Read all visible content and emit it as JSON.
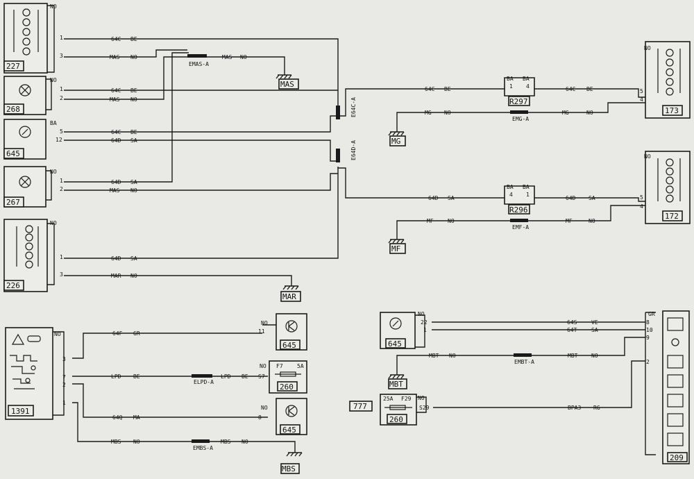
{
  "components": {
    "c227": "227",
    "c268": "268",
    "c645a": "645",
    "c267": "267",
    "c226": "226",
    "c173": "173",
    "c172": "172",
    "c1391": "1391",
    "c645b": "645",
    "c260a": "260",
    "c645c": "645",
    "c645d": "645",
    "c260b": "260",
    "c209": "209",
    "r297": "R297",
    "r296": "R296",
    "ref777": "777"
  },
  "grounds": {
    "mas": "MAS",
    "mar": "MAR",
    "mg": "MG",
    "mf": "MF",
    "mbt": "MBT",
    "mbs": "MBS"
  },
  "connectors": {
    "emas": "EMAS-A",
    "e64c": "E64C-A",
    "e64d": "E64D-A",
    "emg": "EMG-A",
    "emf": "EMF-A",
    "elpd": "ELPD-A",
    "embs": "EMBS-A",
    "embt": "EMBT-A"
  },
  "pins": {
    "p227_no": "NO",
    "p227_1": "1",
    "p227_3": "3",
    "p268_no": "NO",
    "p268_1": "1",
    "p268_2": "2",
    "p645a_ba": "BA",
    "p645a_5": "5",
    "p645a_12": "12",
    "p267_no": "NO",
    "p267_1": "1",
    "p267_2": "2",
    "p226_no": "NO",
    "p226_1": "1",
    "p226_3": "3",
    "p173_no": "NO",
    "p173_5": "5",
    "p173_4": "4",
    "p172_no": "NO",
    "p172_5": "5",
    "p172_4": "4",
    "r297_ba1": "BA",
    "r297_ba2": "BA",
    "r297_1": "1",
    "r297_4": "4",
    "r296_ba1": "BA",
    "r296_ba2": "BA",
    "r296_4": "4",
    "r296_1": "1",
    "p1391_no": "NO",
    "p1391_3": "3",
    "p1391_7": "7",
    "p1391_2": "2",
    "p1391_1": "1",
    "p645b_no": "NO",
    "p645b_11": "11",
    "p260a_no": "NO",
    "p260a_s7": "S7",
    "p260a_f7": "F7",
    "p260a_5a": "5A",
    "p645c_no": "NO",
    "p645c_8": "8",
    "p645d_no": "NO",
    "p645d_22": "22",
    "p645d_1": "1",
    "p260b_25a": "25A",
    "p260b_f29": "F29",
    "p260b_no": "NO",
    "p260b_s29": "S29",
    "p209_gr": "GR",
    "p209_8": "8",
    "p209_10": "10",
    "p209_9": "9",
    "p209_2": "2"
  },
  "wires": {
    "w1": "64C",
    "w1c": "BE",
    "w2": "MAS",
    "w2c": "NO",
    "w3": "MAS",
    "w3c": "NO",
    "w4": "64C",
    "w4c": "BE",
    "w5": "MAS",
    "w5c": "NO",
    "w6": "64C",
    "w6c": "BE",
    "w7": "64D",
    "w7c": "SA",
    "w8": "64D",
    "w8c": "SA",
    "w9": "MAS",
    "w9c": "NO",
    "w10": "64D",
    "w10c": "SA",
    "w11": "MAR",
    "w11c": "NO",
    "w12": "64C",
    "w12c": "BE",
    "w13": "64C",
    "w13c": "BE",
    "w14": "MG",
    "w14c": "NO",
    "w15": "MG",
    "w15c": "NO",
    "w16": "64D",
    "w16c": "SA",
    "w17": "64D",
    "w17c": "SA",
    "w18": "MF",
    "w18c": "NO",
    "w19": "MF",
    "w19c": "NO",
    "w20": "64F",
    "w20c": "GR",
    "w21": "LPD",
    "w21c": "BE",
    "w22": "LPD",
    "w22c": "BE",
    "w23": "64Q",
    "w23c": "MA",
    "w24": "MBS",
    "w24c": "NO",
    "w25": "MBS",
    "w25c": "NO",
    "w26": "64S",
    "w26c": "VE",
    "w27": "64T",
    "w27c": "SA",
    "w28": "MBT",
    "w28c": "NO",
    "w29": "MBT",
    "w29c": "NO",
    "w30": "BPA3",
    "w30c": "RG"
  },
  "icons": {
    "lamp_stack": "lamp-stack-icon",
    "lamp": "lamp-icon",
    "switch": "switch-icon",
    "relay": "relay-icon",
    "fuse": "fuse-icon",
    "ground": "ground-icon",
    "warning": "warning-triangle-icon",
    "hazard_switch": "hazard-switch-icon"
  }
}
